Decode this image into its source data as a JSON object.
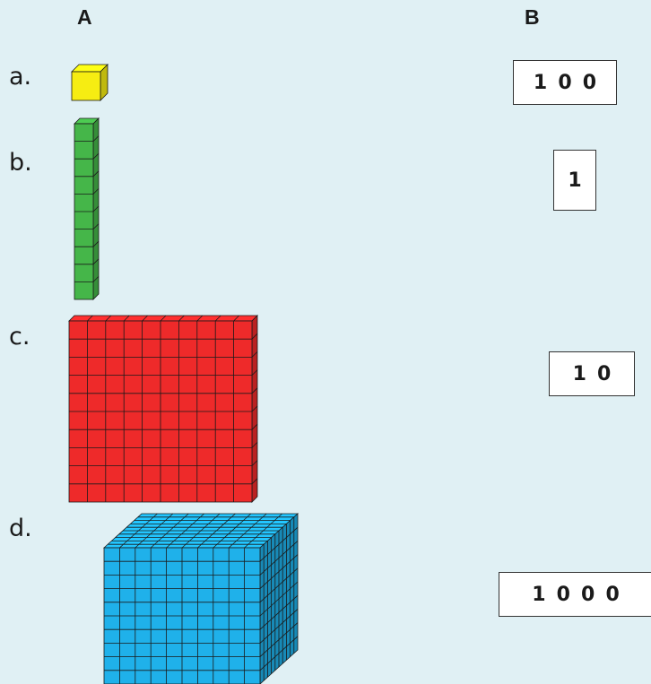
{
  "headers": {
    "a": "A",
    "b": "B"
  },
  "rows": [
    {
      "label": "a.",
      "block": "yellow-unit-cube",
      "color": "#f6ed12"
    },
    {
      "label": "b.",
      "block": "green-ten-rod",
      "color": "#45b649"
    },
    {
      "label": "c.",
      "block": "red-hundred-flat",
      "color": "#ee2a2a"
    },
    {
      "label": "d.",
      "block": "blue-thousand-cube",
      "color": "#1fb1ea"
    }
  ],
  "boxes": [
    "100",
    "1",
    "10",
    "1000"
  ]
}
